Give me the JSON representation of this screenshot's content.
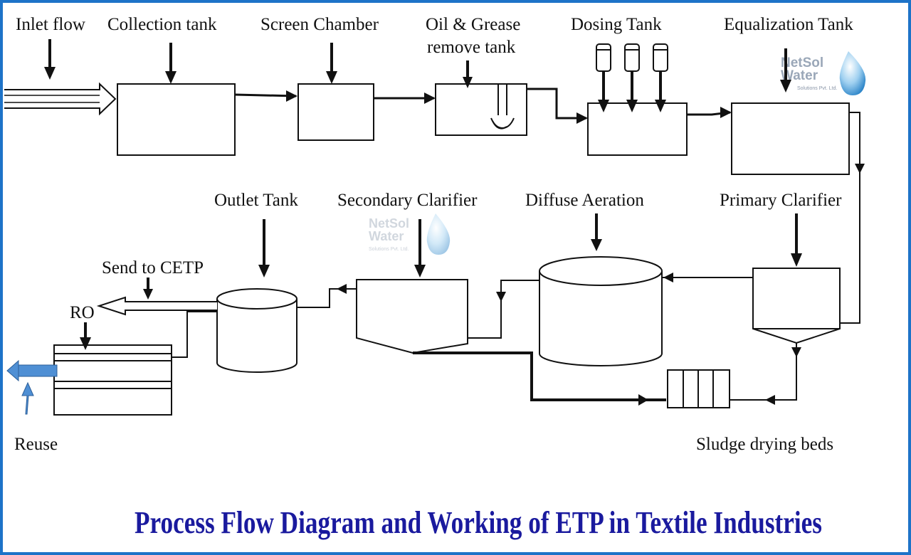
{
  "labels": {
    "inlet_flow": "Inlet flow",
    "collection_tank": "Collection tank",
    "screen_chamber": "Screen Chamber",
    "oil_grease_line1": "Oil & Grease",
    "oil_grease_line2": "remove tank",
    "dosing_tank": "Dosing Tank",
    "equalization_tank": "Equalization Tank",
    "outlet_tank": "Outlet Tank",
    "secondary_clarifier": "Secondary Clarifier",
    "diffuse_aeration": "Diffuse Aeration",
    "primary_clarifier": "Primary Clarifier",
    "send_to_cetp": "Send to CETP",
    "ro": "RO",
    "reuse": "Reuse",
    "sludge_drying_beds": "Sludge drying beds"
  },
  "title": "Process Flow Diagram and Working of ETP in Textile Industries",
  "logo": {
    "line1": "NetSol",
    "line2": "Water",
    "tagline": "Solutions Pvt. Ltd."
  },
  "colors": {
    "border": "#1e73c8",
    "title": "#1a1a9e",
    "reuse_arrow": "#4f8fd4"
  }
}
